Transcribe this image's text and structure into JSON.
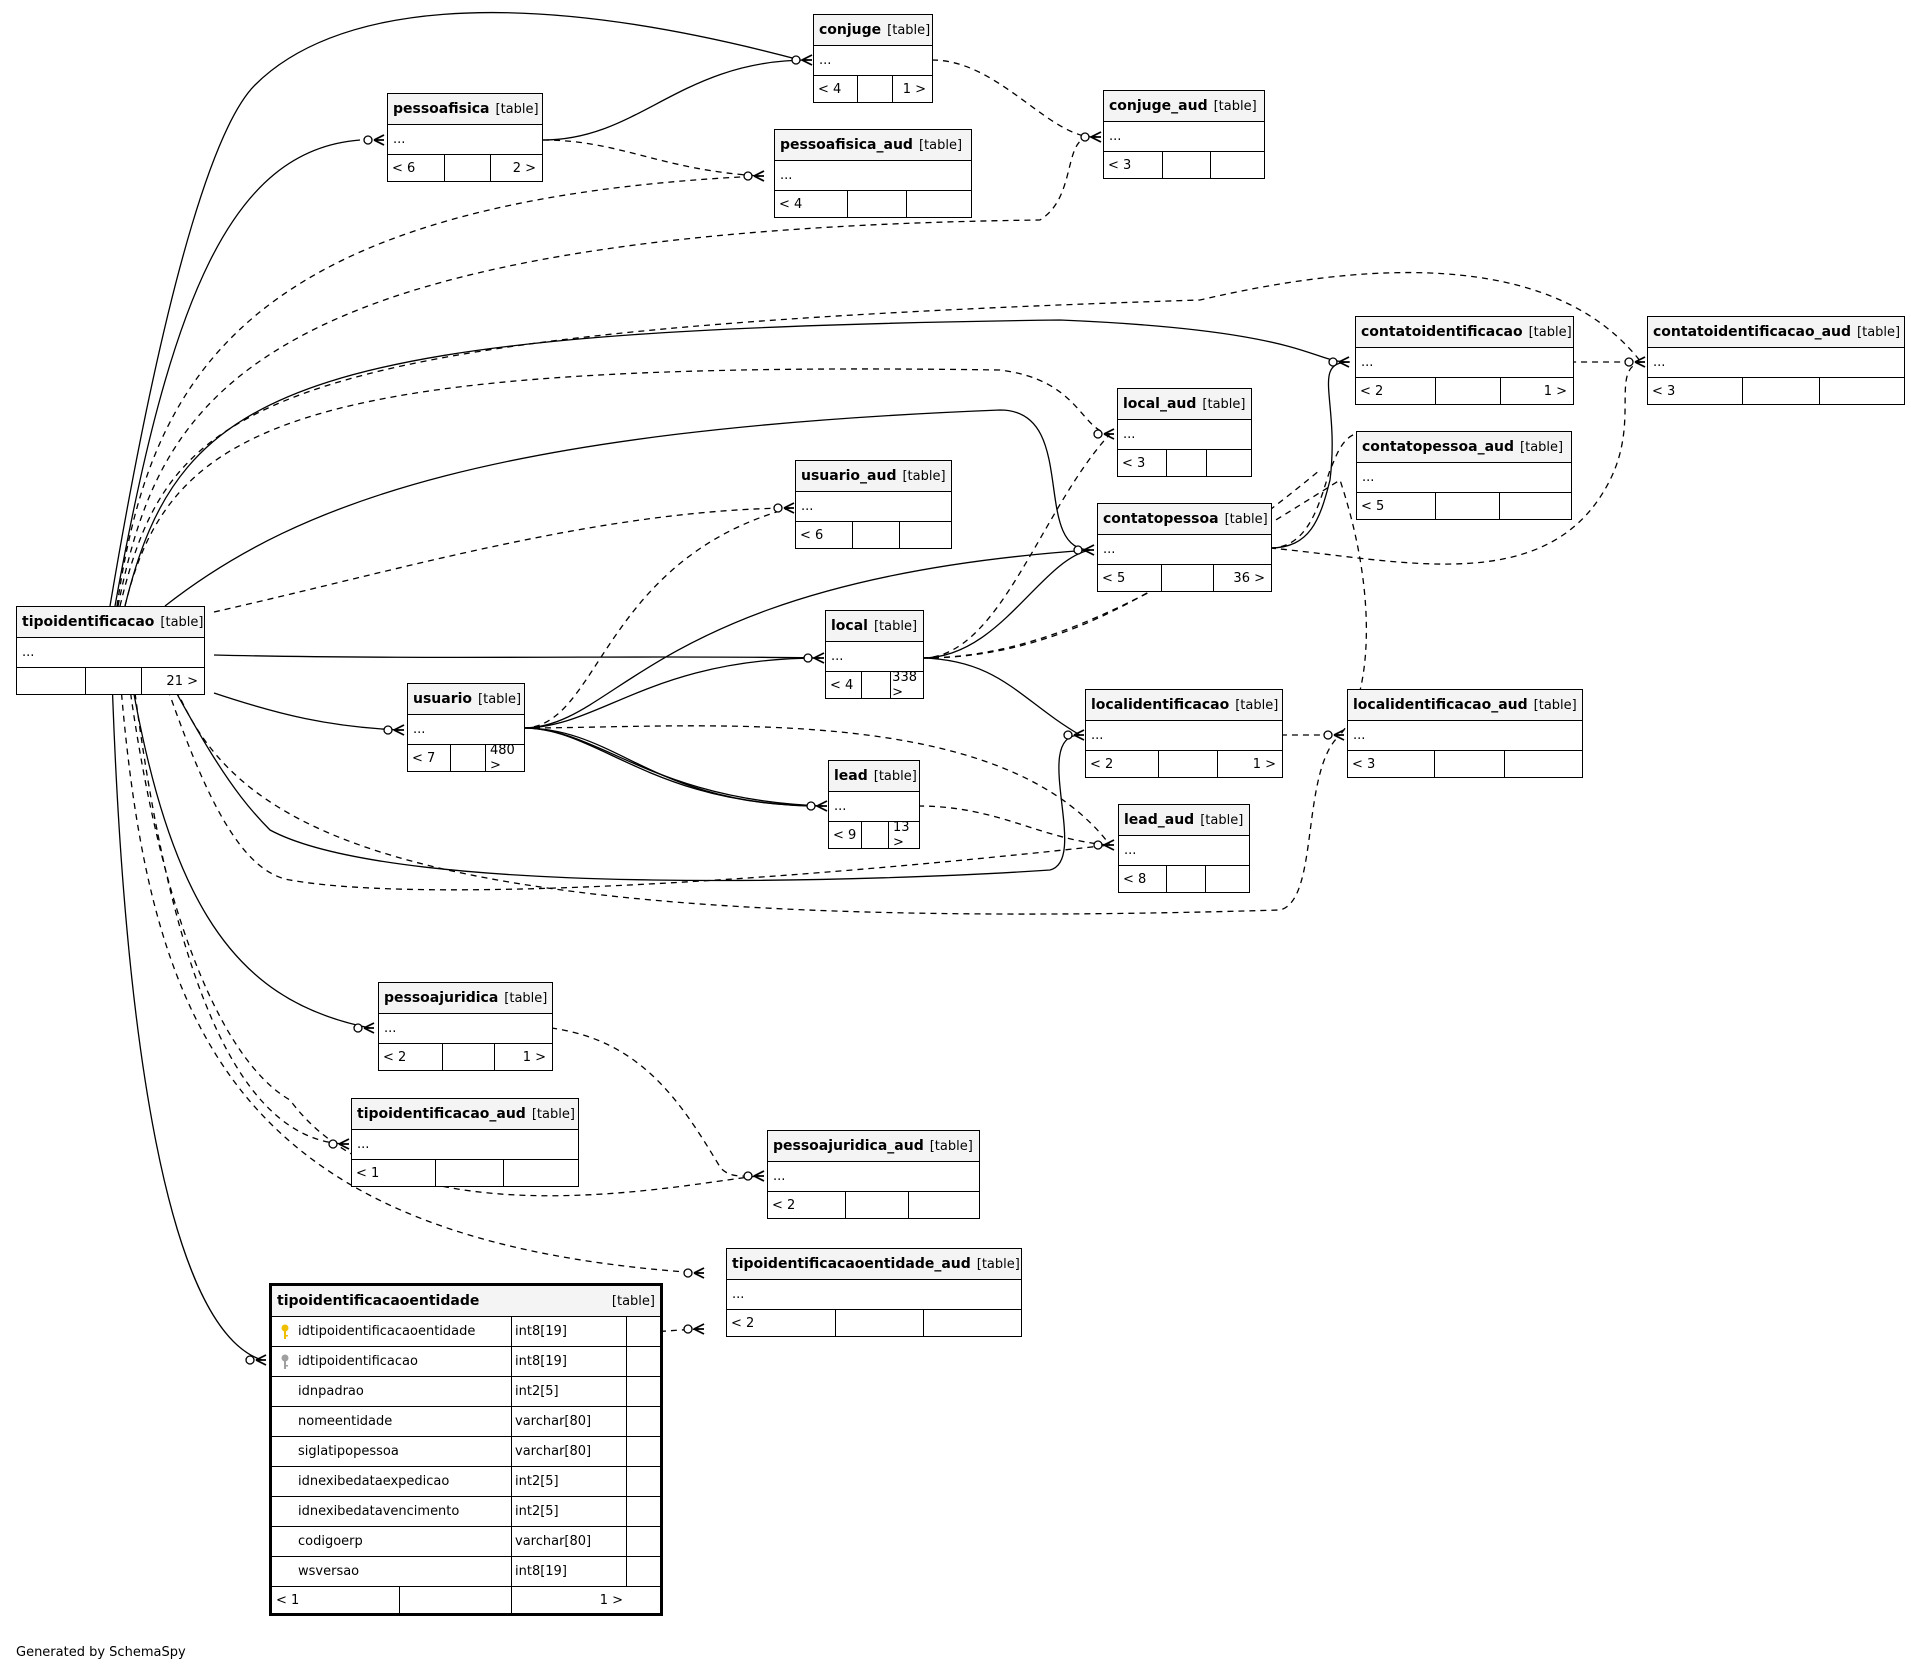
{
  "tables": [
    {
      "id": "conjuge",
      "name": "conjuge",
      "tag": "[table]",
      "dots": "...",
      "footer": [
        "< 4",
        "",
        "1 >"
      ]
    },
    {
      "id": "pessoafisica",
      "name": "pessoafisica",
      "tag": "[table]",
      "dots": "...",
      "footer": [
        "< 6",
        "",
        "2 >"
      ]
    },
    {
      "id": "pessoafisica_aud",
      "name": "pessoafisica_aud",
      "tag": "[table]",
      "dots": "...",
      "footer": [
        "< 4",
        "",
        ""
      ]
    },
    {
      "id": "conjuge_aud",
      "name": "conjuge_aud",
      "tag": "[table]",
      "dots": "...",
      "footer": [
        "< 3",
        "",
        ""
      ]
    },
    {
      "id": "contatoidentificacao",
      "name": "contatoidentificacao",
      "tag": "[table]",
      "dots": "...",
      "footer": [
        "< 2",
        "",
        "1 >"
      ]
    },
    {
      "id": "contatoidentificacao_aud",
      "name": "contatoidentificacao_aud",
      "tag": "[table]",
      "dots": "...",
      "footer": [
        "< 3",
        "",
        ""
      ]
    },
    {
      "id": "local_aud",
      "name": "local_aud",
      "tag": "[table]",
      "dots": "...",
      "footer": [
        "< 3",
        "",
        ""
      ]
    },
    {
      "id": "contatopessoa_aud",
      "name": "contatopessoa_aud",
      "tag": "[table]",
      "dots": "...",
      "footer": [
        "< 5",
        "",
        ""
      ]
    },
    {
      "id": "usuario_aud",
      "name": "usuario_aud",
      "tag": "[table]",
      "dots": "...",
      "footer": [
        "< 6",
        "",
        ""
      ]
    },
    {
      "id": "contatopessoa",
      "name": "contatopessoa",
      "tag": "[table]",
      "dots": "...",
      "footer": [
        "< 5",
        "",
        "36 >"
      ]
    },
    {
      "id": "tipoidentificacao",
      "name": "tipoidentificacao",
      "tag": "[table]",
      "dots": "...",
      "footer": [
        "",
        "",
        "21 >"
      ]
    },
    {
      "id": "local",
      "name": "local",
      "tag": "[table]",
      "dots": "...",
      "footer": [
        "< 4",
        "",
        "338 >"
      ]
    },
    {
      "id": "usuario",
      "name": "usuario",
      "tag": "[table]",
      "dots": "...",
      "footer": [
        "< 7",
        "",
        "480 >"
      ]
    },
    {
      "id": "localidentificacao",
      "name": "localidentificacao",
      "tag": "[table]",
      "dots": "...",
      "footer": [
        "< 2",
        "",
        "1 >"
      ]
    },
    {
      "id": "localidentificacao_aud",
      "name": "localidentificacao_aud",
      "tag": "[table]",
      "dots": "...",
      "footer": [
        "< 3",
        "",
        ""
      ]
    },
    {
      "id": "lead",
      "name": "lead",
      "tag": "[table]",
      "dots": "...",
      "footer": [
        "< 9",
        "",
        "13 >"
      ]
    },
    {
      "id": "lead_aud",
      "name": "lead_aud",
      "tag": "[table]",
      "dots": "...",
      "footer": [
        "< 8",
        "",
        ""
      ]
    },
    {
      "id": "pessoajuridica",
      "name": "pessoajuridica",
      "tag": "[table]",
      "dots": "...",
      "footer": [
        "< 2",
        "",
        "1 >"
      ]
    },
    {
      "id": "tipoidentificacao_aud",
      "name": "tipoidentificacao_aud",
      "tag": "[table]",
      "dots": "...",
      "footer": [
        "< 1",
        "",
        ""
      ]
    },
    {
      "id": "pessoajuridica_aud",
      "name": "pessoajuridica_aud",
      "tag": "[table]",
      "dots": "...",
      "footer": [
        "< 2",
        "",
        ""
      ]
    },
    {
      "id": "tipoidentificacaoentidade_aud",
      "name": "tipoidentificacaoentidade_aud",
      "tag": "[table]",
      "dots": "...",
      "footer": [
        "< 2",
        "",
        ""
      ]
    }
  ],
  "main_table": {
    "name": "tipoidentificacaoentidade",
    "tag": "[table]",
    "columns": [
      {
        "name": "idtipoidentificacaoentidade",
        "type": "int8[19]",
        "key": "primary"
      },
      {
        "name": "idtipoidentificacao",
        "type": "int8[19]",
        "key": "foreign"
      },
      {
        "name": "idnpadrao",
        "type": "int2[5]",
        "key": ""
      },
      {
        "name": "nomeentidade",
        "type": "varchar[80]",
        "key": ""
      },
      {
        "name": "siglatipopessoa",
        "type": "varchar[80]",
        "key": ""
      },
      {
        "name": "idnexibedataexpedicao",
        "type": "int2[5]",
        "key": ""
      },
      {
        "name": "idnexibedatavencimento",
        "type": "int2[5]",
        "key": ""
      },
      {
        "name": "codigoerp",
        "type": "varchar[80]",
        "key": ""
      },
      {
        "name": "wsversao",
        "type": "int8[19]",
        "key": ""
      }
    ],
    "footer": [
      "< 1",
      "",
      "1 >"
    ]
  },
  "footer_text": "Generated by SchemaSpy",
  "colors": {
    "primary_key": "#f0c000",
    "foreign_key": "#a0a0a0",
    "header_bg": "#f4f4f4"
  }
}
